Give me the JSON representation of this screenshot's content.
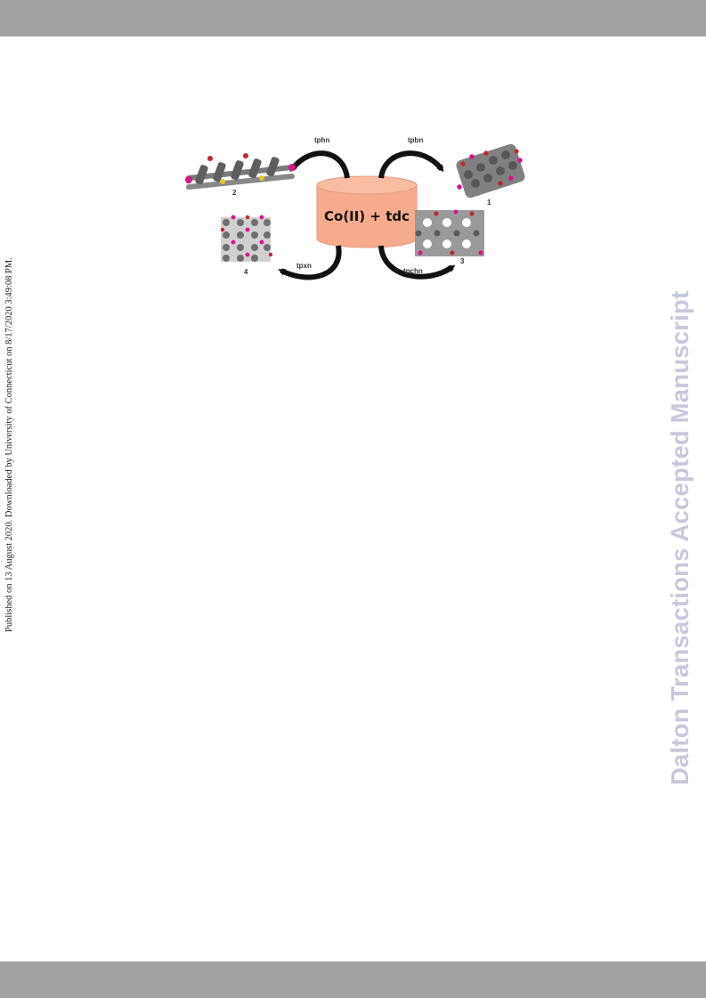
{
  "header_band": "",
  "published_note": "Published on 13 August 2020. Downloaded by University of Connecticut on 8/17/2020 3:49:08 PM.",
  "watermark": "Dalton Transactions Accepted Manuscript",
  "figure": {
    "center_label": "Co(II) + tdc",
    "ligands": {
      "top_left": "tphn",
      "top_right": "tpbn",
      "bottom_left": "tpxn",
      "bottom_right": "tpchn"
    },
    "compounds": {
      "c1": "1",
      "c2": "2",
      "c3": "3",
      "c4": "4"
    }
  },
  "colors": {
    "band": "#a3a3a3",
    "cylinder": "#f6ab8d",
    "watermark": "#c8c8dc"
  }
}
